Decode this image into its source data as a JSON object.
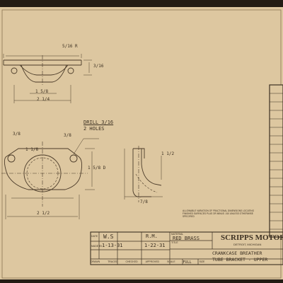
{
  "drawing": {
    "callouts": {
      "drill": "DRILL 3/16",
      "holes": "2 HOLES"
    },
    "notes": [
      "ALLOWABLE VARIATION OF FRACTIONAL DIMENSIONS LOCATING",
      "FINISHED SURFACES PLUS OR MINUS .010 UNLESS OTHERWISE",
      "SPECIFIED"
    ]
  },
  "title_block": {
    "company": "SCRIPPS MOTOR",
    "location": "DETROIT, MICHIGAN",
    "material_label": "MATERIAL",
    "material_value": "RED BRASS",
    "title_label": "TITLE",
    "title_line1": "CRANKCASE BREATHER",
    "title_line2": "TUBE BRACKET - UPPER",
    "grid": {
      "date_label": "DATE",
      "made_by_label": "MADE BY",
      "date_value": "1-13-31",
      "made_by_value": "W.S",
      "checker_value": "R.M.",
      "checker_date": "1-22-31"
    },
    "footer": [
      "DRAWN",
      "TRACED",
      "CHECKED",
      "APPROVED",
      "SCALE",
      "FULL",
      "SIZE"
    ]
  }
}
